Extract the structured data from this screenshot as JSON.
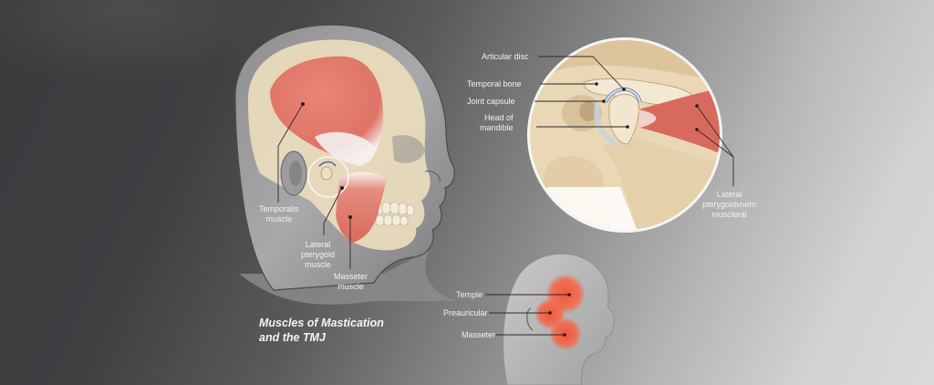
{
  "title": {
    "line1": "Muscles of Mastication",
    "line2": "and the TMJ"
  },
  "main_head": {
    "labels": {
      "temporalis": {
        "line1": "Temporalis",
        "line2": "muscle"
      },
      "lateral_pterygoid": {
        "line1": "Lateral",
        "line2": "pterygoid",
        "line3": "muscle"
      },
      "masseter": {
        "line1": "Masseter",
        "line2": "muscle"
      }
    }
  },
  "tmj_inset": {
    "labels": {
      "articular_disc": "Articular disc",
      "temporal_bone": "Temporal bone",
      "joint_capsule": "Joint capsule",
      "head_of_mandible": {
        "line1": "Head of",
        "line2": "mandible"
      },
      "lateral_pterygoid": {
        "line1": "Lateral",
        "line2": "pterygoidvnem",
        "line3": "muscleral"
      }
    }
  },
  "pain_head": {
    "labels": {
      "temple": "Temple",
      "preauricular": "Preauricular",
      "masseter": "Masseter"
    }
  },
  "colors": {
    "muscle": "#e07a6e",
    "bone": "#efe0c4",
    "pain": "#f0583c",
    "label_text": "#f2f2f2",
    "leader_line": "#2a2a2a",
    "bg_dark": "#3d3d40",
    "bg_light": "#d8d8d8"
  }
}
